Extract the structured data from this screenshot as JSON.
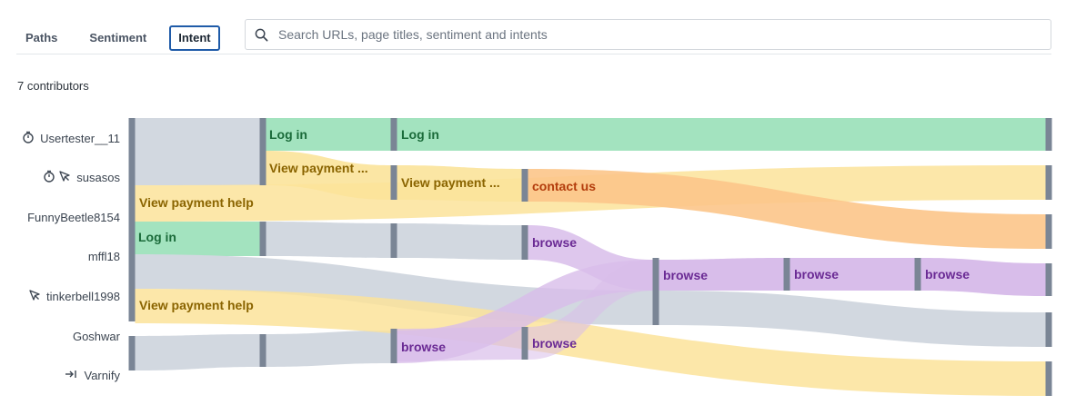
{
  "tabs": [
    {
      "label": "Paths"
    },
    {
      "label": "Sentiment"
    },
    {
      "label": "Intent"
    }
  ],
  "active_tab": "Intent",
  "search": {
    "placeholder": "Search URLs, page titles, sentiment and intents"
  },
  "contributors_label": "7 contributors",
  "users": [
    {
      "name": "Usertester__11",
      "icons": [
        "stopwatch-icon"
      ]
    },
    {
      "name": "susasos",
      "icons": [
        "stopwatch-icon",
        "cursor-icon"
      ]
    },
    {
      "name": "FunnyBeetle8154",
      "icons": []
    },
    {
      "name": "mffl18",
      "icons": []
    },
    {
      "name": "tinkerbell1998",
      "icons": [
        "cursor-icon"
      ]
    },
    {
      "name": "Goshwar",
      "icons": []
    },
    {
      "name": "Varnify",
      "icons": [
        "exit-icon"
      ]
    }
  ],
  "colors": {
    "login": "#a3e3bf",
    "login_text": "#1b6b3a",
    "payment": "#fbe39a",
    "payment_text": "#8a6400",
    "contact": "#fcc58a",
    "contact_text": "#b33c0c",
    "browse": "#d8bdea",
    "browse_text": "#6a2a94",
    "neutral": "#d2d8e0",
    "node": "#7a8595",
    "accent": "#1f5ba8"
  },
  "labels": [
    {
      "text": "Log in",
      "type": "login"
    },
    {
      "text": "Log in",
      "type": "login"
    },
    {
      "text": "View payment ...",
      "type": "payment"
    },
    {
      "text": "View payment ...",
      "type": "payment"
    },
    {
      "text": "contact us",
      "type": "contact"
    },
    {
      "text": "View payment help",
      "type": "payment"
    },
    {
      "text": "Log in",
      "type": "login"
    },
    {
      "text": "browse",
      "type": "browse"
    },
    {
      "text": "browse",
      "type": "browse"
    },
    {
      "text": "browse",
      "type": "browse"
    },
    {
      "text": "browse",
      "type": "browse"
    },
    {
      "text": "View payment help",
      "type": "payment"
    },
    {
      "text": "browse",
      "type": "browse"
    },
    {
      "text": "browse",
      "type": "browse"
    }
  ]
}
